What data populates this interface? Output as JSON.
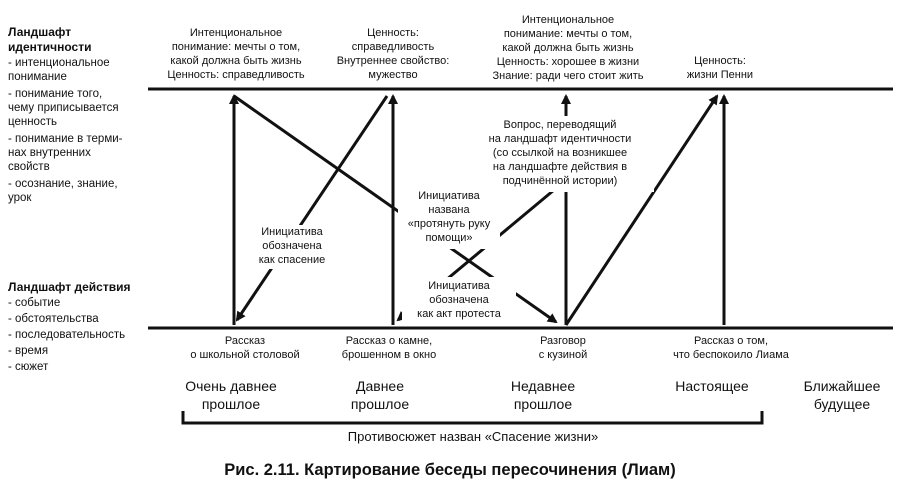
{
  "identity_heading": [
    "Ландшафт",
    "идентичности"
  ],
  "identity_list": [
    "- интенциональное",
    "понимание",
    "- понимание того,",
    "чему приписывается",
    "ценность",
    "- понимание в терми-",
    "нах внутренних",
    "свойств",
    "- осознание, знание,",
    "урок"
  ],
  "action_heading": "Ландшафт действия",
  "action_list": [
    "- событие",
    "- обстоятельства",
    "- последовательность",
    "- время",
    "- сюжет"
  ],
  "identity_labels": {
    "a": [
      "Интенциональное",
      "понимание: мечты о том,",
      "какой должна быть жизнь",
      "Ценность: справедливость"
    ],
    "b": [
      "Ценность:",
      "справедливость",
      "Внутреннее свойство:",
      "мужество"
    ],
    "c": [
      "Интенциональное",
      "понимание: мечты о том,",
      "какой должна быть жизнь",
      "Ценность: хорошее в жизни",
      "Знание: ради чего стоит жить"
    ],
    "d": [
      "Ценность:",
      "жизни Пенни"
    ]
  },
  "middle_labels": {
    "question": [
      "Вопрос, переводящий",
      "на ландшафт идентичности",
      "(со ссылкой на возникшее",
      "на ландшафте действия в",
      "подчинённой истории)"
    ],
    "rescue": [
      "Инициатива",
      "обозначена",
      "как спасение"
    ],
    "help": [
      "Инициатива",
      "названа",
      "«протянуть руку",
      "помощи»"
    ],
    "protest": [
      "Инициатива",
      "обозначена",
      "как акт протеста"
    ]
  },
  "action_labels": {
    "a": [
      "Рассказ",
      "о школьной столовой"
    ],
    "b": [
      "Рассказ о камне,",
      "брошенном в окно"
    ],
    "c": [
      "Разговор",
      "с кузиной"
    ],
    "d": [
      "Рассказ о том,",
      "что беспокоило Лиама"
    ]
  },
  "timeline": [
    [
      "Очень давнее",
      "прошлое"
    ],
    [
      "Давнее",
      "прошлое"
    ],
    [
      "Недавнее",
      "прошлое"
    ],
    [
      "Настоящее"
    ],
    [
      "Ближайшее",
      "будущее"
    ]
  ],
  "bracket_label": "Противосюжет назван «Спасение жизни»",
  "caption": "Рис. 2.11. Картирование беседы пересочинения (Лиам)"
}
